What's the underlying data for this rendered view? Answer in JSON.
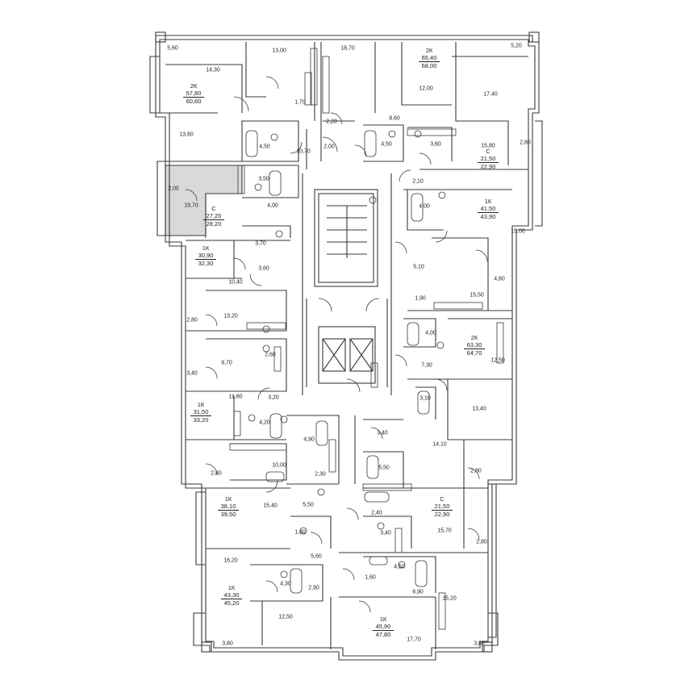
{
  "floor_plan": {
    "highlight_color": "#d9d9d9",
    "apartments": [
      {
        "id": "apt-2k-nw",
        "type": "2К",
        "living": "57,80",
        "total": "60,60"
      },
      {
        "id": "apt-2k-ne",
        "type": "2К",
        "living": "65,40",
        "total": "68,00"
      },
      {
        "id": "apt-c-ne",
        "type": "С",
        "living": "21,50",
        "total": "22,90"
      },
      {
        "id": "apt-c-w",
        "type": "С",
        "living": "27,20",
        "total": "28,20"
      },
      {
        "id": "apt-1k-e1",
        "type": "1К",
        "living": "41,50",
        "total": "43,90"
      },
      {
        "id": "apt-1k-w1",
        "type": "1К",
        "living": "30,90",
        "total": "32,30"
      },
      {
        "id": "apt-2k-e",
        "type": "2К",
        "living": "63,30",
        "total": "64,70"
      },
      {
        "id": "apt-1k-w2",
        "type": "1К",
        "living": "31,50",
        "total": "33,20"
      },
      {
        "id": "apt-1k-w3",
        "type": "1К",
        "living": "38,10",
        "total": "39,50"
      },
      {
        "id": "apt-c-se",
        "type": "С",
        "living": "21,50",
        "total": "22,90"
      },
      {
        "id": "apt-1k-sw",
        "type": "1К",
        "living": "43,30",
        "total": "45,20"
      },
      {
        "id": "apt-1k-s",
        "type": "1К",
        "living": "45,90",
        "total": "47,80"
      }
    ],
    "room_areas": [
      "5,60",
      "14,30",
      "13,00",
      "18,70",
      "5,20",
      "12,00",
      "17,40",
      "1,70",
      "2,20",
      "8,60",
      "13,60",
      "4,50",
      "10,70",
      "2,00",
      "4,50",
      "3,60",
      "15,80",
      "2,80",
      "2,00",
      "3,50",
      "2,10",
      "19,70",
      "4,00",
      "4,00",
      "15,00",
      "3,70",
      "5,10",
      "4,80",
      "3,60",
      "10,40",
      "15,50",
      "1,90",
      "2,80",
      "13,20",
      "4,00",
      "12,50",
      "2,60",
      "7,30",
      "3,40",
      "9,70",
      "11,80",
      "3,20",
      "3,10",
      "13,40",
      "4,20",
      "3,40",
      "14,10",
      "4,90",
      "2,80",
      "10,00",
      "5,50",
      "2,30",
      "2,80",
      "15,40",
      "5,50",
      "2,40",
      "1,80",
      "3,40",
      "15,70",
      "2,80",
      "16,20",
      "5,60",
      "4,50",
      "1,60",
      "4,30",
      "2,90",
      "6,90",
      "15,20",
      "12,50",
      "17,70",
      "3,80",
      "3,80"
    ]
  }
}
